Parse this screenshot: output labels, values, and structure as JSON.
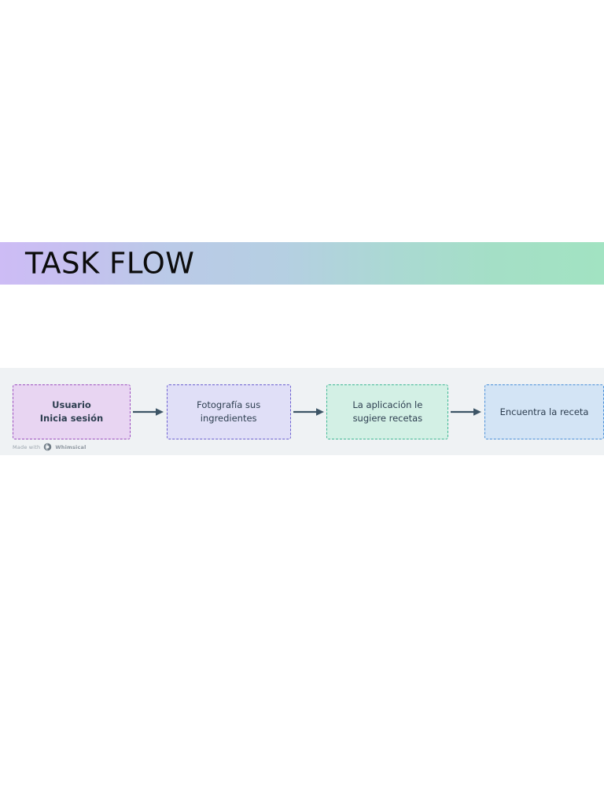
{
  "banner": {
    "title": "TASK FLOW",
    "gradient_start": "#cdbcf5",
    "gradient_mid": "#b5cfe2",
    "gradient_end": "#a2e3c2"
  },
  "flow": {
    "background": "#eff2f4",
    "arrow_color": "#3d5566",
    "nodes": [
      {
        "id": "usuario-inicia-sesion",
        "label": "Usuario\nInicia sesión",
        "fill": "#e8d5f2",
        "border": "#9c4fbf",
        "bold": true
      },
      {
        "id": "fotografia-sus-ingredientes",
        "label": "Fotografía sus\ningredientes",
        "fill": "#e0dff7",
        "border": "#6b5fd0",
        "bold": false
      },
      {
        "id": "la-aplicacion-le-sugiere-recetas",
        "label": "La aplicación le\nsugiere recetas",
        "fill": "#d3f0e5",
        "border": "#3fb894",
        "bold": false
      },
      {
        "id": "encuentra-la-receta",
        "label": "Encuentra la receta",
        "fill": "#d3e4f5",
        "border": "#4a90d9",
        "bold": false
      }
    ]
  },
  "watermark": {
    "prefix": "Made with",
    "brand": "Whimsical"
  }
}
